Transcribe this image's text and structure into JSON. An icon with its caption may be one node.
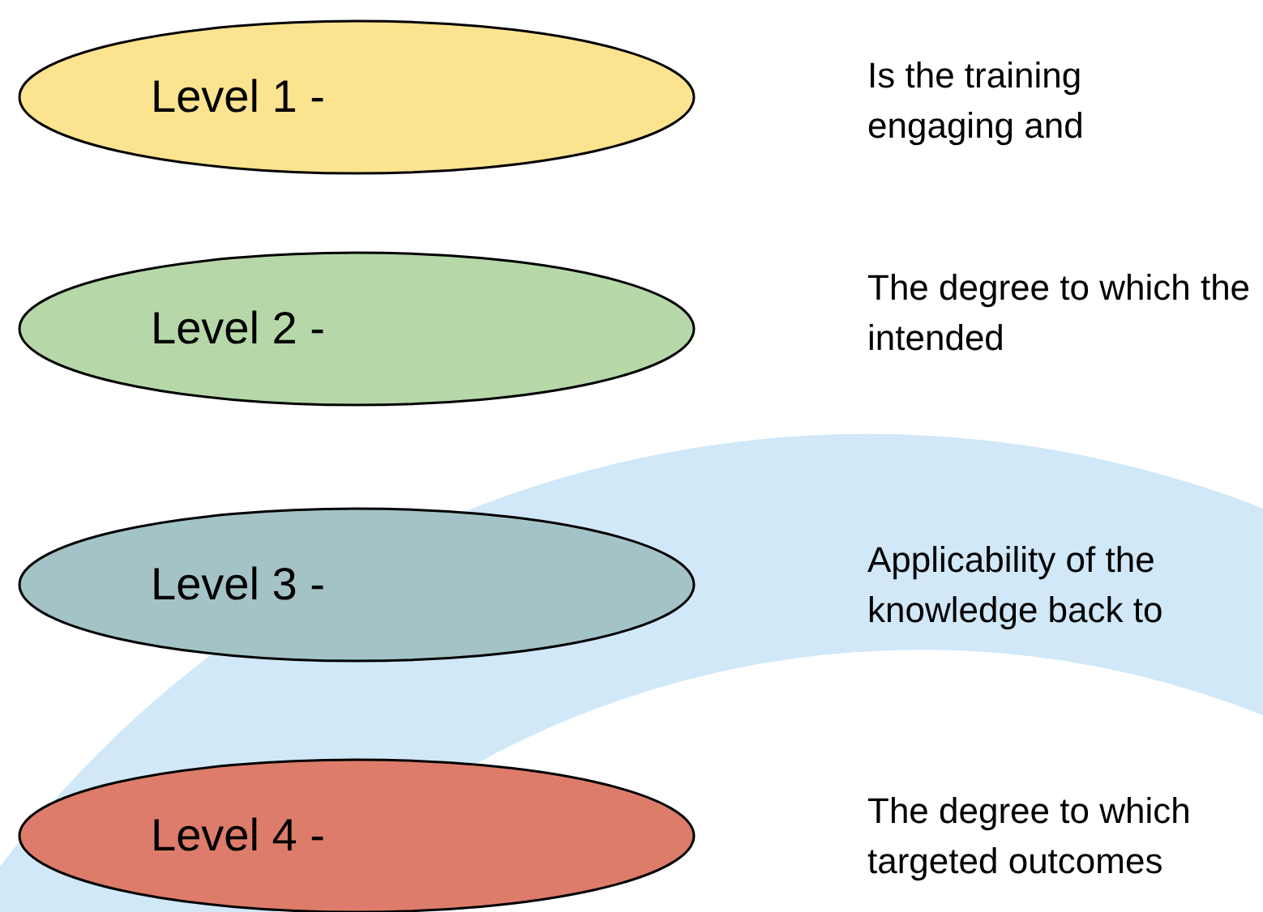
{
  "diagram": {
    "nodes": [
      {
        "text": [
          "Level 1 -"
        ]
      },
      {
        "text": [
          "Level 2 -"
        ]
      },
      {
        "text": [
          "Level 3 -"
        ]
      },
      {
        "text": [
          "Level 4 -"
        ]
      }
    ],
    "labels": [
      "Is the training engaging and",
      "The degree to which the intended",
      "Applicability of the knowledge back to",
      "The degree to which targeted outcomes"
    ]
  }
}
